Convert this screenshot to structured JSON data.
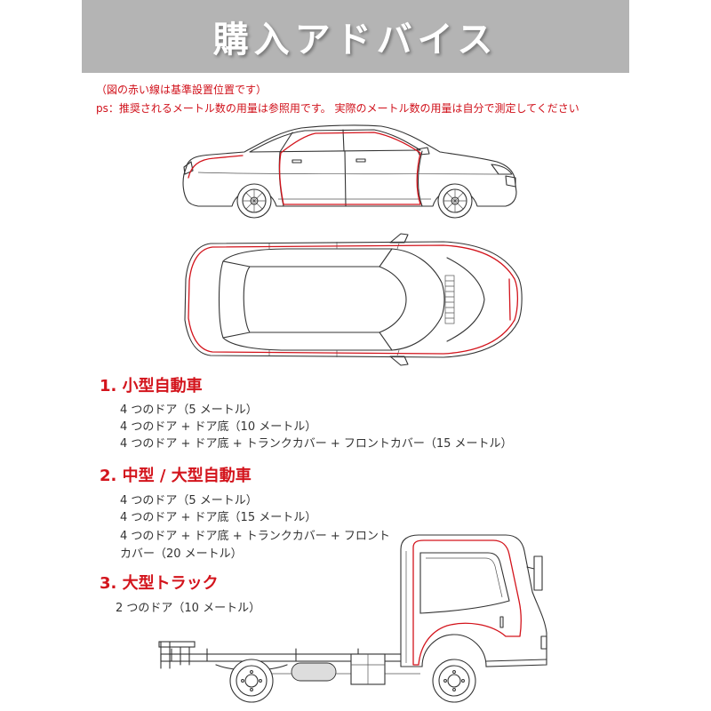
{
  "header": {
    "title": "購入アドバイス"
  },
  "notes": {
    "line1": "（図の赤い線は基準設置位置です）",
    "line2": "ps：推奨されるメートル数の用量は参照用です。 実際のメートル数の用量は自分で測定してください"
  },
  "sections": [
    {
      "title": "1. 小型自動車",
      "items": [
        "4 つのドア（5 メートル）",
        "4 つのドア + ドア底（10 メートル）",
        "4 つのドア + ドア底 + トランクカバー + フロントカバー（15 メートル）"
      ]
    },
    {
      "title": "2. 中型 / 大型自動車",
      "items": [
        "4 つのドア（5 メートル）",
        "4 つのドア + ドア底（15 メートル）",
        "4 つのドア + ドア底 + トランクカバー + フロント",
        "カバー（20 メートル）"
      ]
    },
    {
      "title": "3. 大型トラック",
      "items": [
        "2 つのドア（10 メートル）"
      ]
    }
  ],
  "icons": {
    "sedan_side": "sedan-side-view-icon",
    "sedan_top": "sedan-top-view-icon",
    "truck_side": "truck-side-view-icon"
  },
  "colors": {
    "header_bg": "#b4b4b4",
    "header_text": "#ffffff",
    "accent_red": "#d3141c",
    "body_text": "#333333",
    "line_art": "#333333"
  }
}
